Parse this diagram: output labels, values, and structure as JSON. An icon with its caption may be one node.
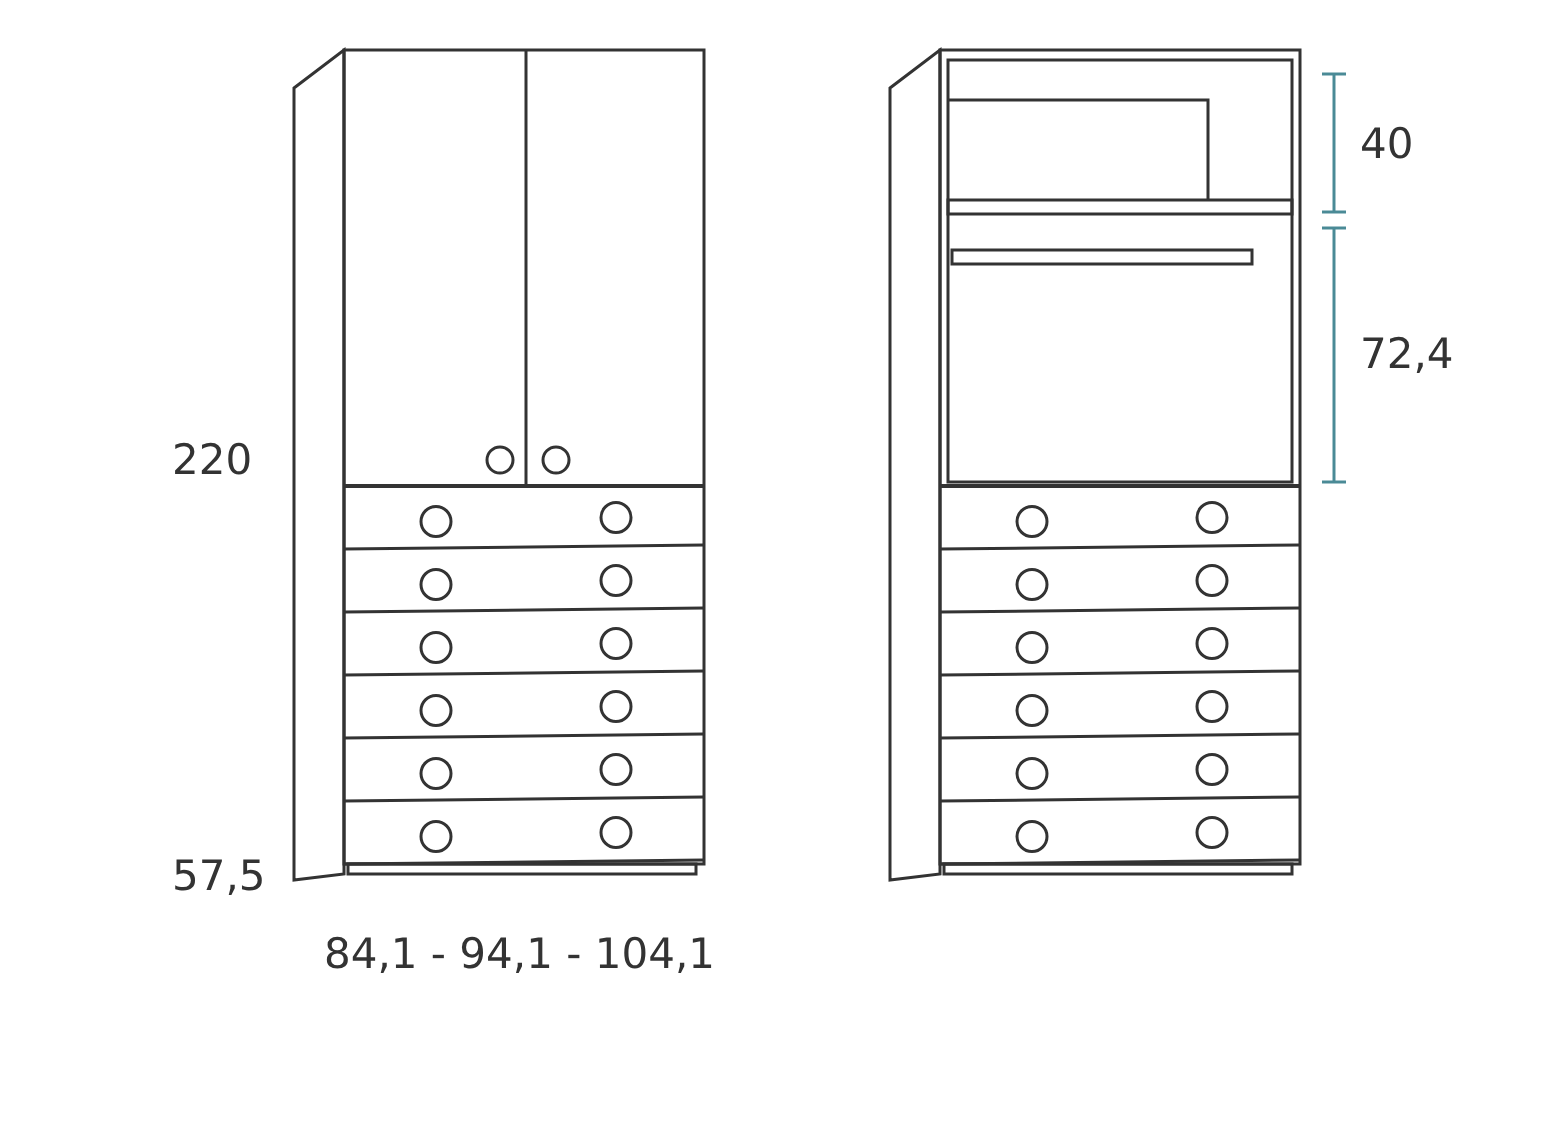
{
  "diagram": {
    "labels": [
      "40",
      "72,4",
      "220",
      "57,5",
      "84,1 - 94,1 - 104,1"
    ]
  }
}
